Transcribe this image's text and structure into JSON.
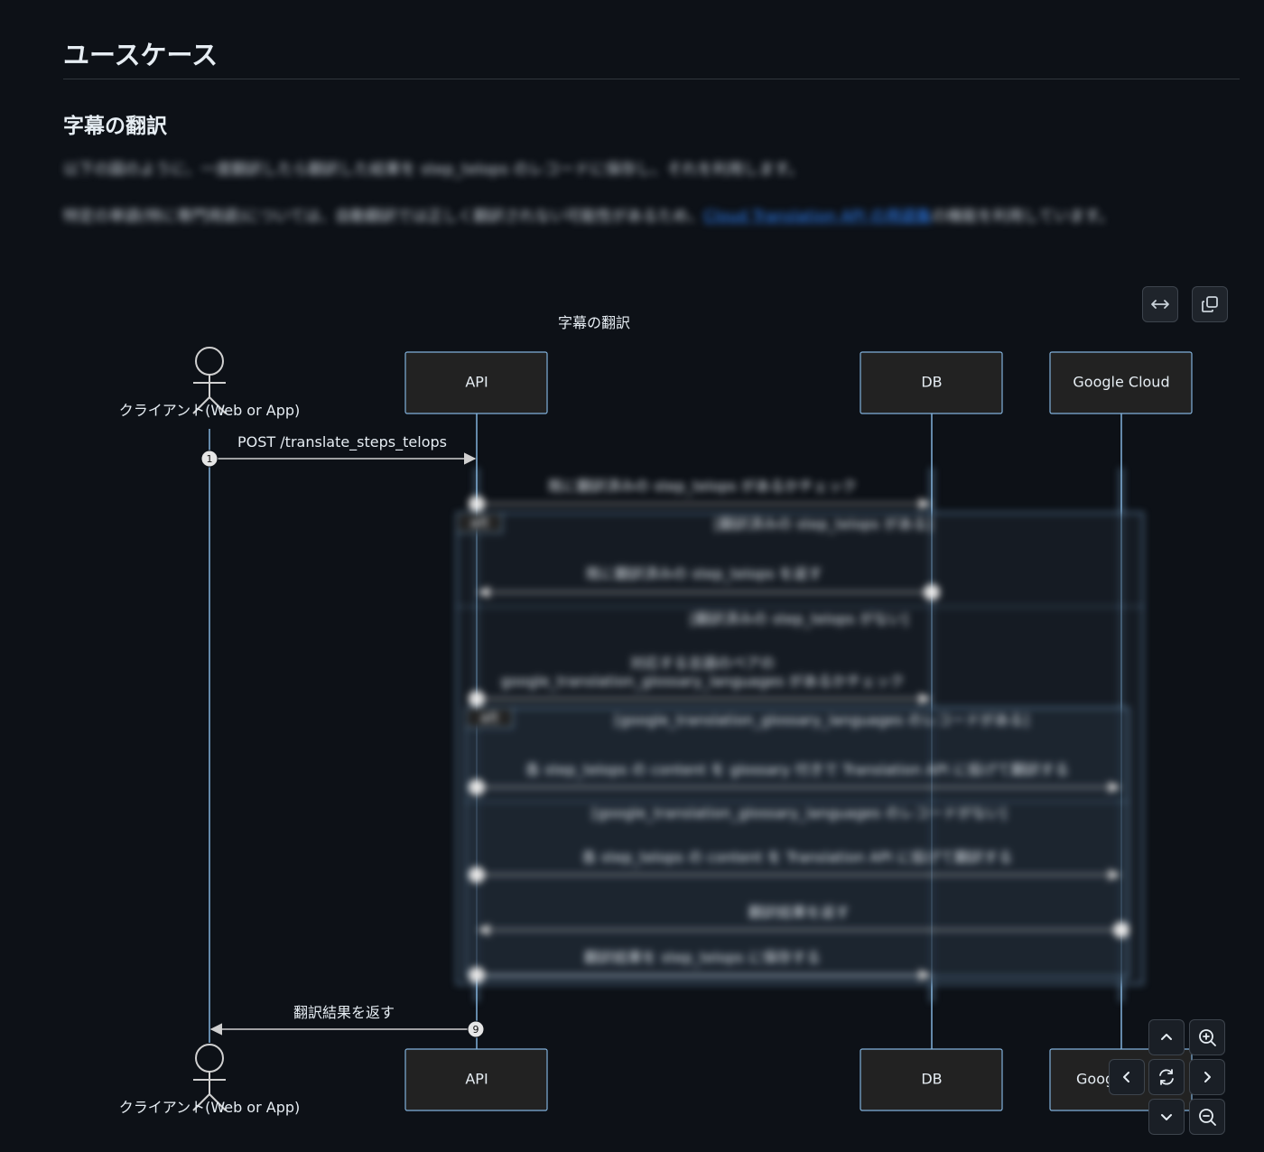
{
  "page": {
    "title": "ユースケース",
    "section_title": "字幕の翻訳",
    "paragraph1": "以下の図のように、一度翻訳したら翻訳した結果を step_telops のレコードに保存し、それを利用します。",
    "paragraph2_before_link": "特定の単語(特に専門用語)については、自動翻訳では正しく翻訳されない可能性があるため、",
    "paragraph2_link": "Cloud Translation API の用語集",
    "paragraph2_after_link": "の機能を利用しています。"
  },
  "diagram": {
    "title": "字幕の翻訳",
    "actors": {
      "client": "クライアント(Web or App)",
      "api": "API",
      "db": "DB",
      "gcloud": "Google Cloud",
      "gcloud_bottom": "Goog"
    },
    "messages": {
      "m1": "POST /translate_steps_telops",
      "m2": "既に翻訳済みの step_telops があるかチェック",
      "alt1_label": "alt",
      "alt1_cond": "[翻訳済みの step_telops がある]",
      "m3": "既に翻訳済みの step_telops を返す",
      "alt1_else": "[翻訳済みの step_telops がない]",
      "m4_line1": "対応する言語のペアの",
      "m4_line2": "google_translation_glossary_languages があるかチェック",
      "alt2_label": "alt",
      "alt2_cond": "[google_translation_glossary_languages のレコードがある]",
      "m5": "各 step_telops の content を glossary 付きで Translation API に投げて翻訳する",
      "alt2_else": "[google_translation_glossary_languages のレコードがない]",
      "m6": "各 step_telops の content を Translation API に投げて翻訳する",
      "m7": "翻訳結果を返す",
      "m8": "翻訳結果を step_telops に保存する",
      "m9": "翻訳結果を返す"
    },
    "seq": {
      "first": "1",
      "last": "9"
    }
  },
  "colors": {
    "background": "#0d1117",
    "actor_box": "#222222",
    "actor_border": "#81b1db",
    "lifeline": "#81b1db",
    "arrow": "#d0d0d0"
  },
  "icons": {
    "fit": "arrows-horizontal-icon",
    "copy": "copy-icon",
    "up": "chevron-up-icon",
    "down": "chevron-down-icon",
    "left": "chevron-left-icon",
    "right": "chevron-right-icon",
    "zoom_in": "zoom-in-icon",
    "zoom_out": "zoom-out-icon",
    "reset": "reset-icon"
  }
}
